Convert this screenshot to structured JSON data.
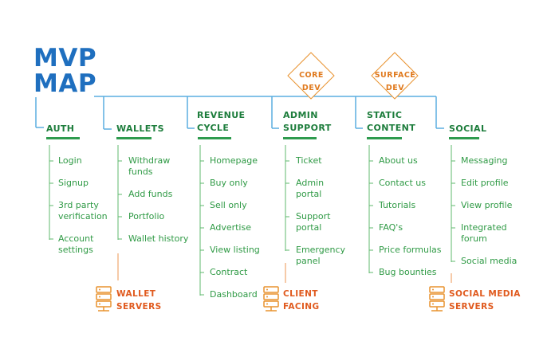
{
  "title": {
    "line1": "MVP",
    "line2": "MAP"
  },
  "dev_labels": {
    "core": {
      "line1": "CORE",
      "line2": "DEV"
    },
    "surface": {
      "line1": "SURFACE",
      "line2": "DEV"
    }
  },
  "columns": [
    {
      "header": [
        "AUTH"
      ],
      "items": [
        [
          "Login"
        ],
        [
          "Signup"
        ],
        [
          "3rd party",
          "verification"
        ],
        [
          "Account",
          "settings"
        ]
      ]
    },
    {
      "header": [
        "WALLETS"
      ],
      "items": [
        [
          "Withdraw",
          "funds"
        ],
        [
          "Add funds"
        ],
        [
          "Portfolio"
        ],
        [
          "Wallet history"
        ]
      ]
    },
    {
      "header": [
        "REVENUE",
        "CYCLE"
      ],
      "items": [
        [
          "Homepage"
        ],
        [
          "Buy only"
        ],
        [
          "Sell only"
        ],
        [
          "Advertise"
        ],
        [
          "View listing"
        ],
        [
          "Contract"
        ],
        [
          "Dashboard"
        ]
      ]
    },
    {
      "header": [
        "ADMIN",
        "SUPPORT"
      ],
      "items": [
        [
          "Ticket"
        ],
        [
          "Admin",
          "portal"
        ],
        [
          "Support",
          "portal"
        ],
        [
          "Emergency",
          "panel"
        ]
      ]
    },
    {
      "header": [
        "STATIC",
        "CONTENT"
      ],
      "items": [
        [
          "About us"
        ],
        [
          "Contact us"
        ],
        [
          "Tutorials"
        ],
        [
          "FAQ's"
        ],
        [
          "Price formulas"
        ],
        [
          "Bug bounties"
        ]
      ]
    },
    {
      "header": [
        "SOCIAL"
      ],
      "items": [
        [
          "Messaging"
        ],
        [
          "Edit profile"
        ],
        [
          "View profile"
        ],
        [
          "Integrated",
          "forum"
        ],
        [
          "Social media"
        ]
      ]
    }
  ],
  "servers": [
    {
      "line1": "WALLET",
      "line2": "SERVERS",
      "icon": "server-icon"
    },
    {
      "line1": "CLIENT",
      "line2": "FACING",
      "icon": "server-icon"
    },
    {
      "line1": "SOCIAL MEDIA",
      "line2": "SERVERS",
      "icon": "server-icon"
    }
  ],
  "colors": {
    "title": "#1f6fbf",
    "tree_line": "#5aaee0",
    "header": "#1d7d3c",
    "item": "#2f9a45",
    "dev": "#e8922e",
    "server": "#e05a1e"
  }
}
